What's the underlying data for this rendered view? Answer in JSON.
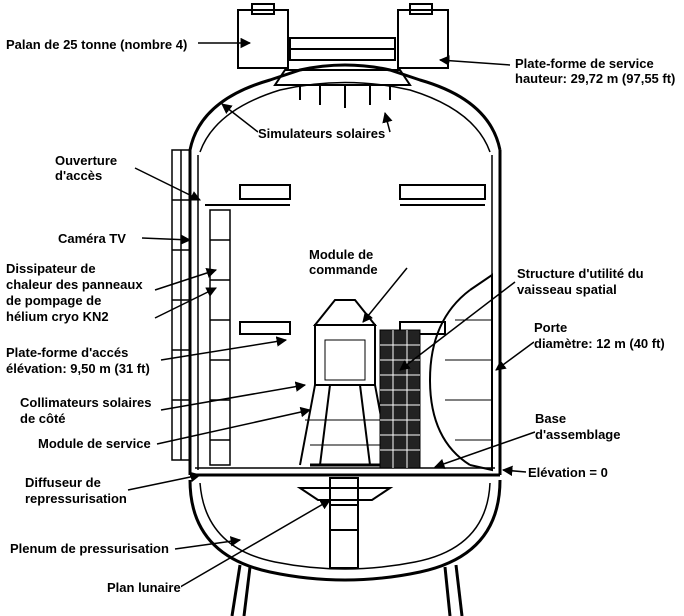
{
  "labels": {
    "palan": "Palan de 25 tonne (nombre 4)",
    "plateforme_service_1": "Plate-forme de service",
    "plateforme_service_2": "hauteur: 29,72 m (97,55 ft)",
    "simulateurs": "Simulateurs solaires",
    "ouverture_1": "Ouverture",
    "ouverture_2": "d'accès",
    "camera": "Caméra TV",
    "dissipateur_1": "Dissipateur de",
    "dissipateur_2": "chaleur des panneaux",
    "dissipateur_3": "de pompage de",
    "dissipateur_4": "hélium cryo  KN2",
    "module_commande_1": "Module de",
    "module_commande_2": "commande",
    "structure_1": "Structure d'utilité du",
    "structure_2": "vaisseau spatial",
    "porte_1": "Porte",
    "porte_2": "diamètre: 12 m (40 ft)",
    "plateforme_acces_1": "Plate-forme d'accés",
    "plateforme_acces_2": "élévation: 9,50 m (31 ft)",
    "collimateurs_1": "Collimateurs solaires",
    "collimateurs_2": "de côté",
    "module_service": "Module de service",
    "base_1": "Base",
    "base_2": "d'assemblage",
    "elevation": "Elévation = 0",
    "diffuseur_1": "Diffuseur de",
    "diffuseur_2": "repressurisation",
    "plenum": "Plenum de pressurisation",
    "plan_lunaire": "Plan lunaire"
  },
  "colors": {
    "ink": "#000000",
    "paper": "#ffffff"
  }
}
